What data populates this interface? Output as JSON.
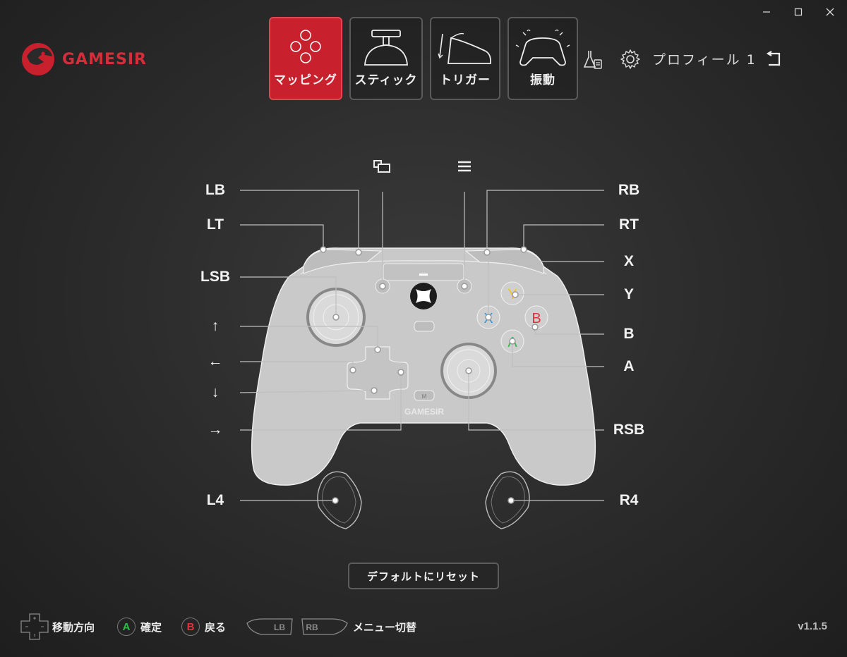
{
  "brand": {
    "name": "GAMESIR",
    "color": "#d22f3b"
  },
  "window_controls": [
    "minimize-icon",
    "maximize-icon",
    "close-icon"
  ],
  "tabs": [
    {
      "label": "マッピング",
      "icon": "dpad-buttons-icon",
      "active": true
    },
    {
      "label": "スティック",
      "icon": "joystick-icon",
      "active": false
    },
    {
      "label": "トリガー",
      "icon": "trigger-icon",
      "active": false
    },
    {
      "label": "振動",
      "icon": "vibration-icon",
      "active": false
    }
  ],
  "header": {
    "lab_icon": "flask-icon",
    "settings_icon": "gear-icon",
    "profile": "プロフィール 1",
    "back_icon": "return-icon"
  },
  "mapping": {
    "top_icons": [
      "view-icon",
      "menu-icon"
    ],
    "left_labels": [
      "LB",
      "LT",
      "LSB",
      "↑",
      "←",
      "↓",
      "→",
      "L4"
    ],
    "right_labels": [
      "RB",
      "RT",
      "X",
      "Y",
      "B",
      "A",
      "RSB",
      "R4"
    ],
    "face_buttons": [
      {
        "letter": "Y",
        "color": "#f0c419"
      },
      {
        "letter": "B",
        "color": "#e0323d"
      },
      {
        "letter": "X",
        "color": "#2c9be0"
      },
      {
        "letter": "A",
        "color": "#2ebd4a"
      }
    ],
    "controller_brand": "GAMESIR",
    "m_button": "M"
  },
  "reset_label": "デフォルトにリセット",
  "footer": {
    "move_label": "移動方向",
    "confirm_key": "A",
    "confirm_label": "確定",
    "back_key": "B",
    "back_label": "戻る",
    "lb": "LB",
    "rb": "RB",
    "menu_label": "メニュー切替"
  },
  "version": "v1.1.5"
}
